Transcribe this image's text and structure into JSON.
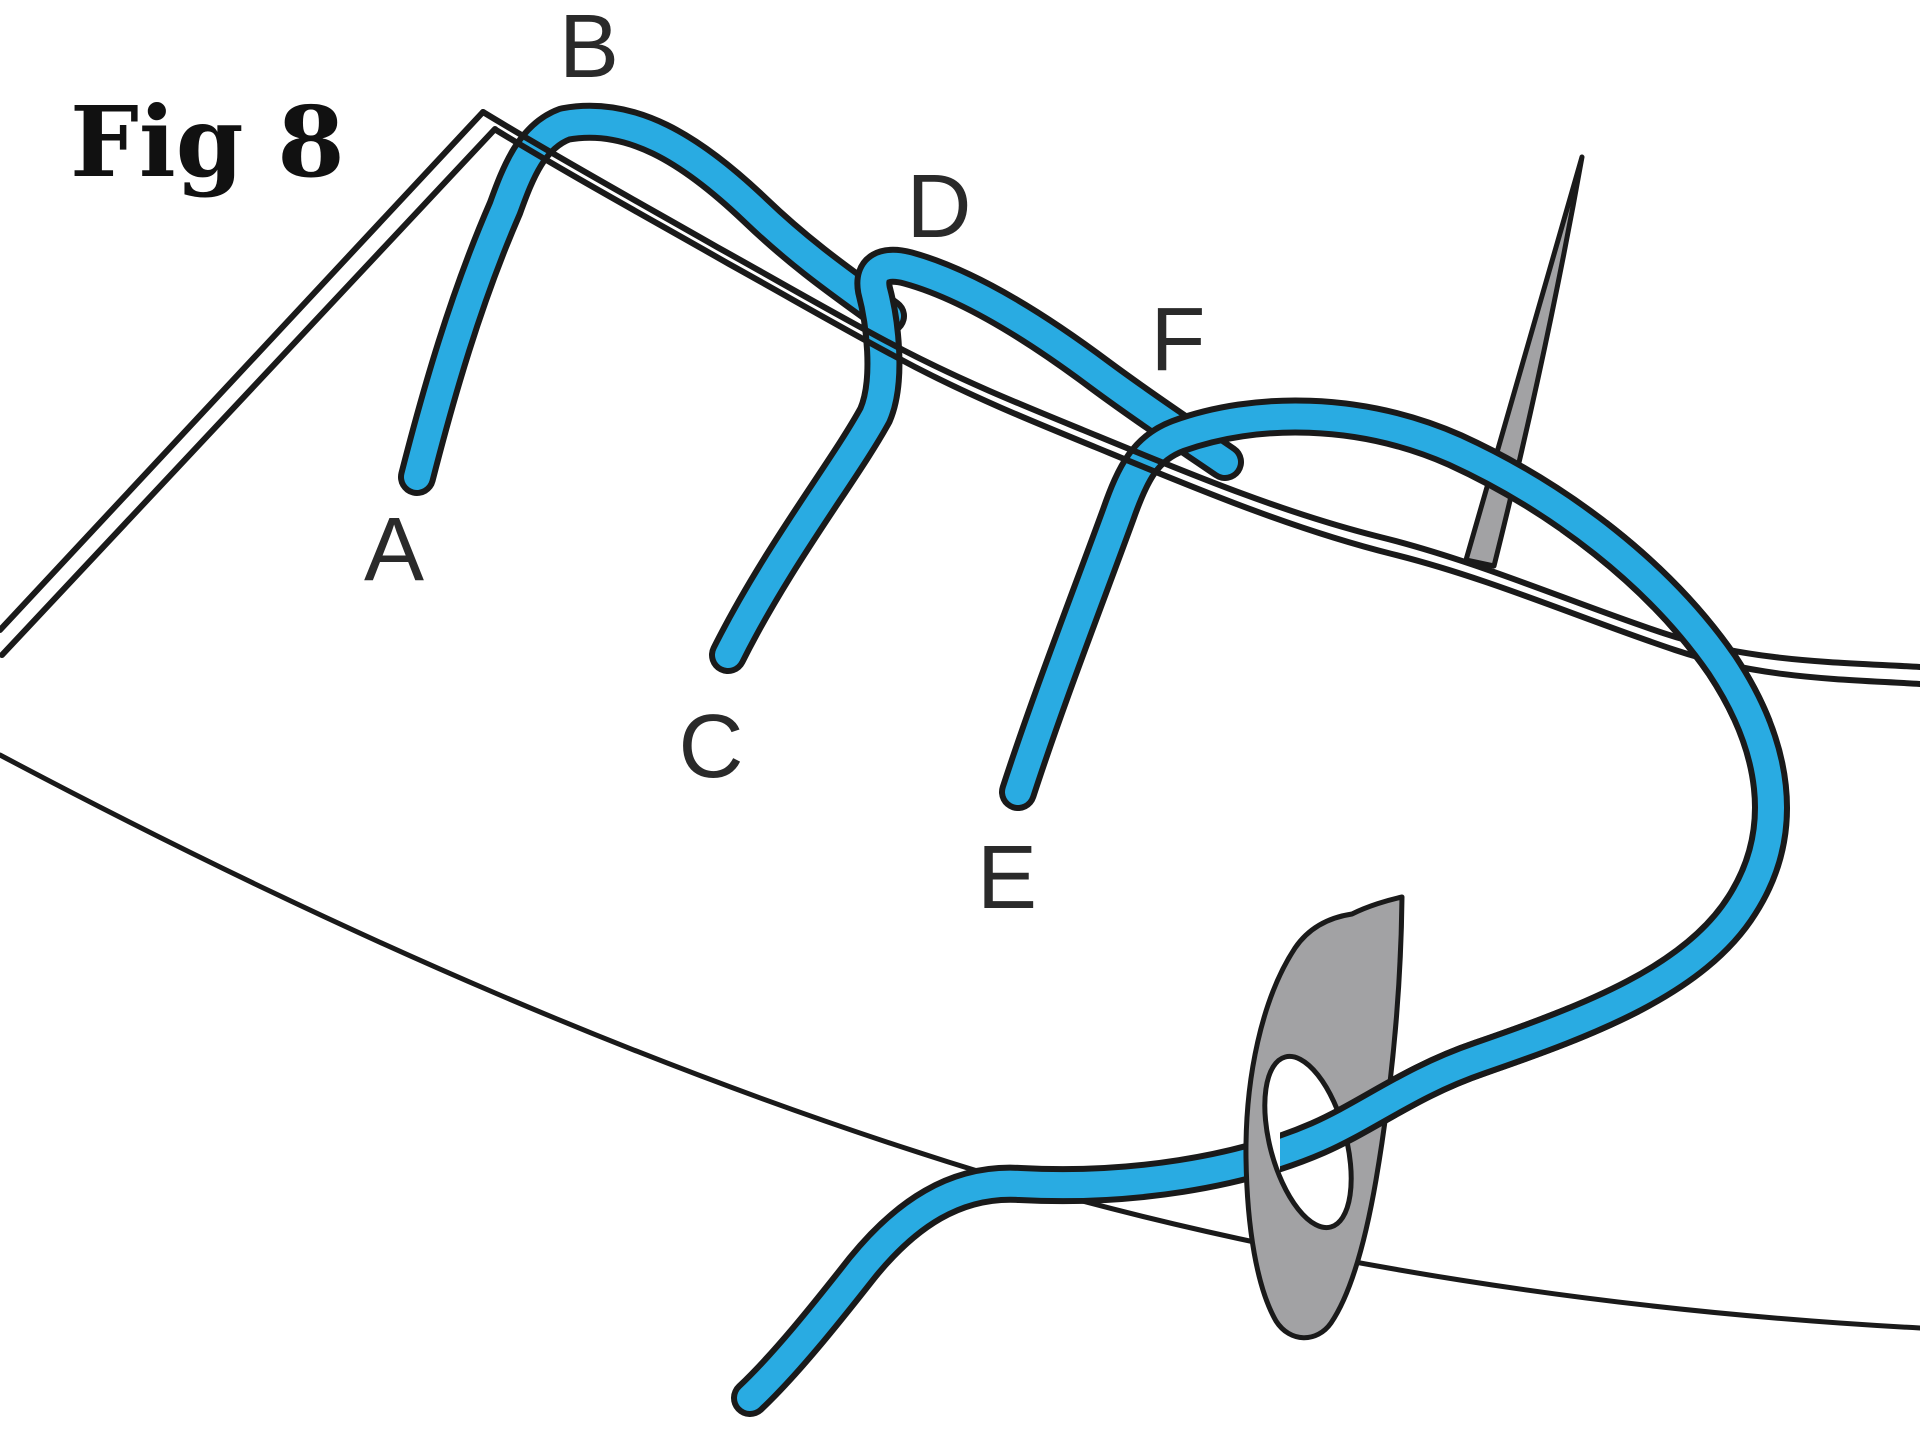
{
  "figure": {
    "caption": "Fig 8"
  },
  "labels": {
    "a": "A",
    "b": "B",
    "c": "C",
    "d": "D",
    "e": "E",
    "f": "F"
  },
  "elements": {
    "needle": "sewing-needle",
    "needle_eye": "needle-eye",
    "thread": "blue-stitching-thread",
    "fabric": "fabric-with-folded-hem-edge"
  },
  "colors": {
    "thread": "#29abe2",
    "needle": "#a2a2a4",
    "outline": "#1a1a1a",
    "label_text": "#2a2a2a",
    "background": "#ffffff"
  }
}
